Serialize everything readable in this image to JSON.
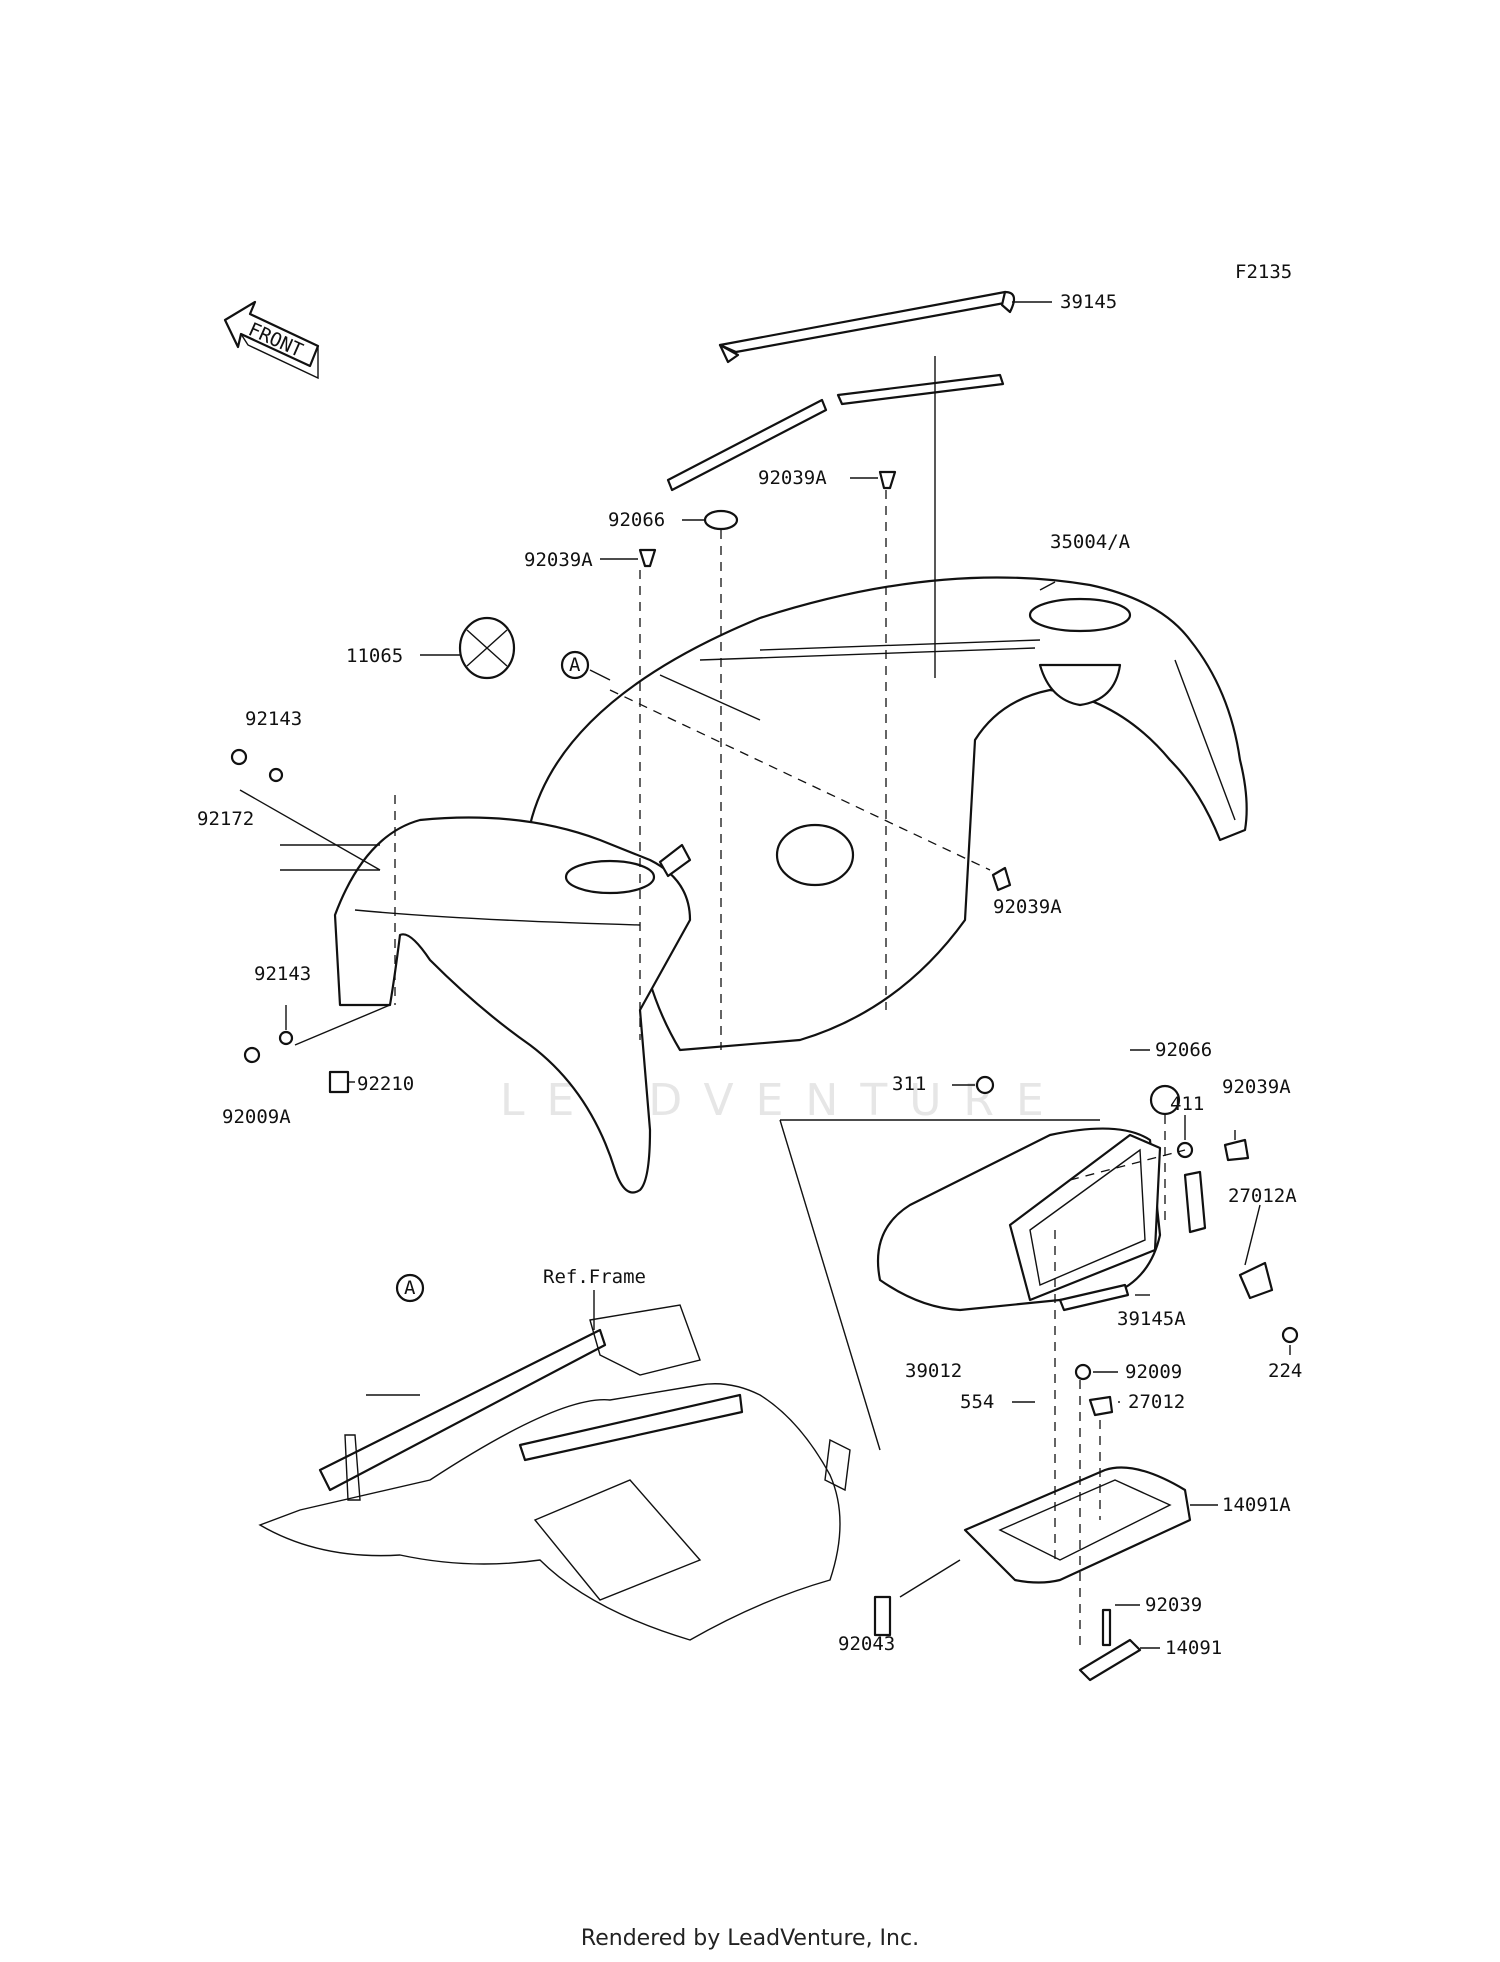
{
  "diagram_code": "F2135",
  "front_arrow_label": "FRONT",
  "watermark": "LEADVENTURE",
  "ref_frame_label": "Ref.Frame",
  "callout_a": "A",
  "parts": [
    "39145",
    "92039A",
    "92066",
    "92039A",
    "35004/A",
    "11065",
    "92143",
    "92172",
    "92039A",
    "92143",
    "92009A",
    "92210",
    "311",
    "92066",
    "411",
    "92039A",
    "27012A",
    "39145A",
    "224",
    "39012",
    "92009",
    "554",
    "27012",
    "14091A",
    "92039",
    "92043",
    "14091"
  ],
  "footer": "Rendered by LeadVenture, Inc."
}
